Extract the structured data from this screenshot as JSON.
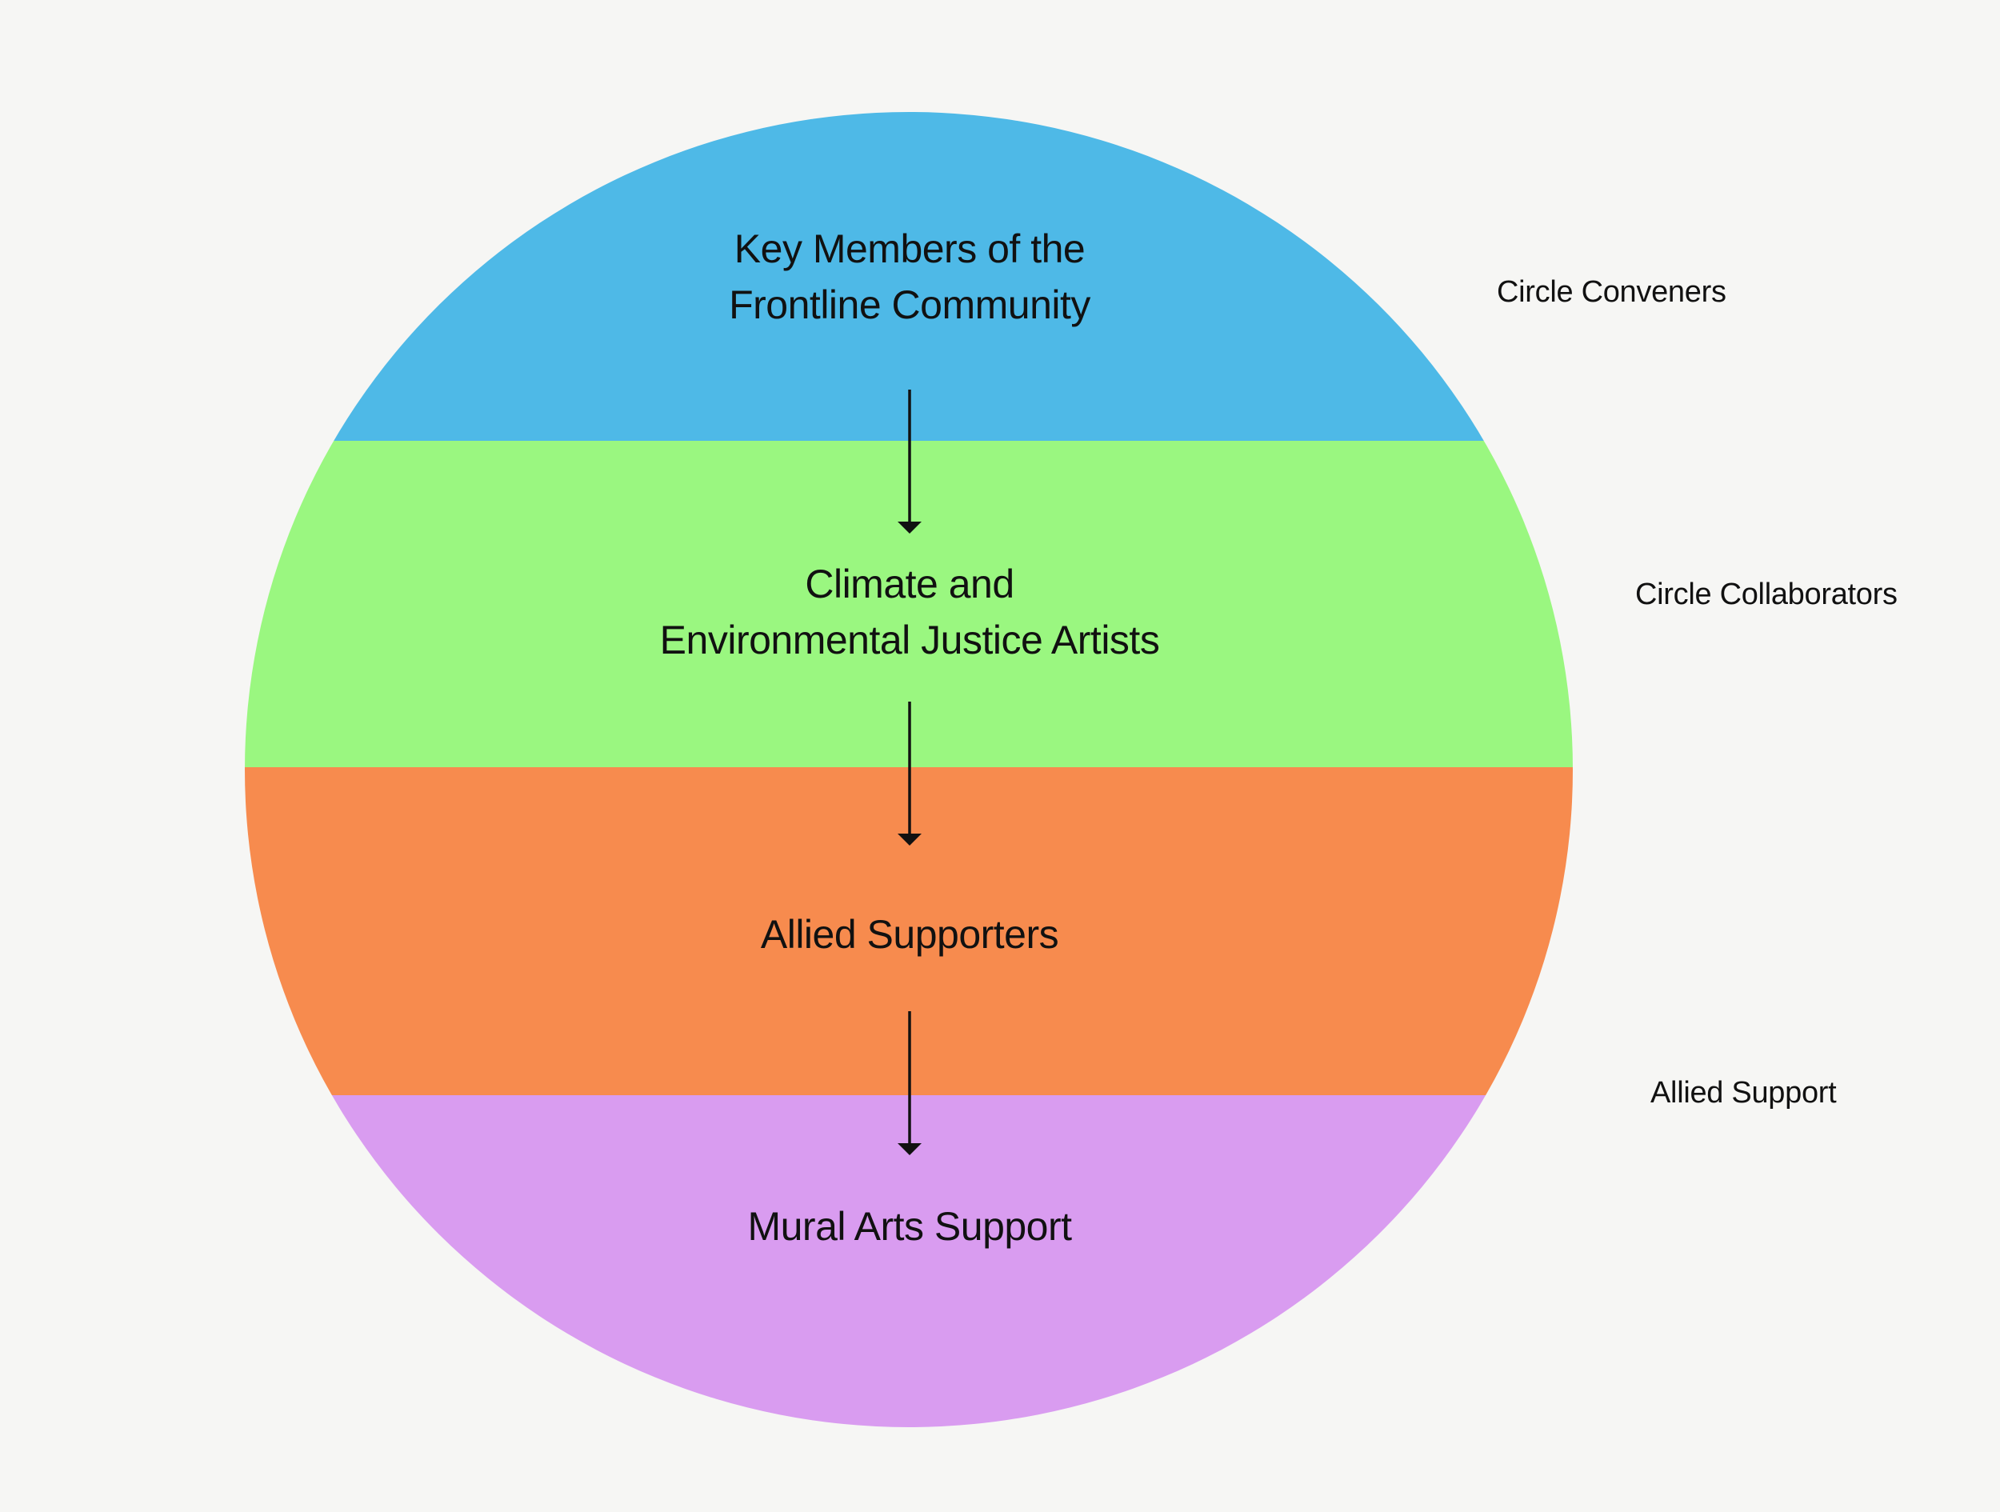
{
  "colors": {
    "background": "#f6f6f4",
    "layer_1": "#4eb9e7",
    "layer_2": "#9af780",
    "layer_3": "#f78b4e",
    "layer_4": "#d99cf0",
    "arrow": "#111111"
  },
  "layers": [
    {
      "lines": [
        "Key Members of the",
        "Frontline Community"
      ],
      "color_key": "layer_1"
    },
    {
      "lines": [
        "Climate and",
        "Environmental Justice Artists"
      ],
      "color_key": "layer_2"
    },
    {
      "lines": [
        "Allied Supporters"
      ],
      "color_key": "layer_3"
    },
    {
      "lines": [
        "Mural Arts Support"
      ],
      "color_key": "layer_4"
    }
  ],
  "side_labels": [
    {
      "text": "Circle Conveners"
    },
    {
      "text": "Circle Collaborators"
    },
    {
      "text": "Allied Support"
    }
  ],
  "arrows": [
    {
      "from": "Key Members of the Frontline Community",
      "to": "Climate and Environmental Justice Artists"
    },
    {
      "from": "Climate and Environmental Justice Artists",
      "to": "Allied Supporters"
    },
    {
      "from": "Allied Supporters",
      "to": "Mural Arts Support"
    }
  ]
}
